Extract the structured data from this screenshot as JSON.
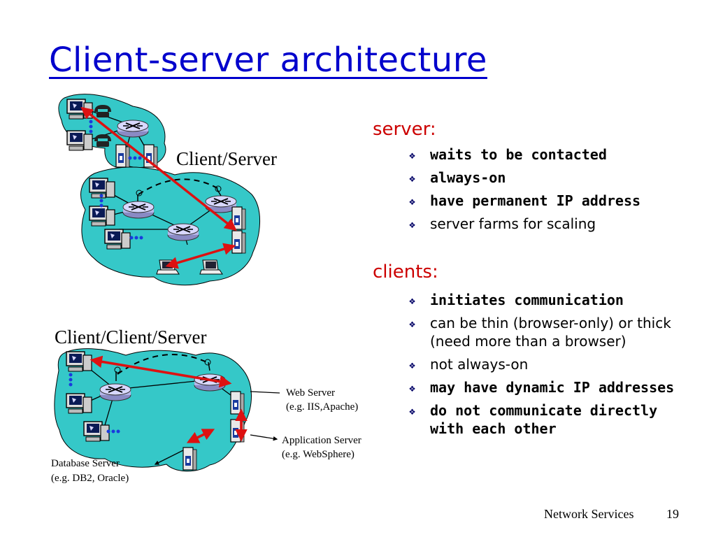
{
  "slide": {
    "title": "Client-server architecture",
    "footer_text": "Network Services",
    "page_number": "19"
  },
  "diagram_labels": {
    "client_server": "Client/Server",
    "client_client_server": "Client/Client/Server",
    "web_server": [
      "Web Server",
      "(e.g. IIS,Apache)"
    ],
    "application_server": [
      "Application Server",
      "(e.g. WebSphere)"
    ],
    "database_server": [
      "Database Server",
      "(e.g. DB2, Oracle)"
    ]
  },
  "server": {
    "heading": "server:",
    "bullets": [
      {
        "text": "waits to be contacted",
        "bold": true
      },
      {
        "text": "always-on",
        "bold": true
      },
      {
        "text": "have permanent IP address",
        "bold": true
      },
      {
        "text": "server farms for scaling",
        "bold": false
      }
    ]
  },
  "clients": {
    "heading": "clients:",
    "bullets": [
      {
        "text": "initiates communication",
        "bold": true
      },
      {
        "text": "can be thin (browser-only) or thick (need more than a browser)",
        "bold": false
      },
      {
        "text": "not always-on",
        "bold": false
      },
      {
        "text": "may have dynamic IP addresses",
        "bold": true
      },
      {
        "text": "do not communicate directly with each other",
        "bold": true
      }
    ]
  },
  "colors": {
    "title": "#0000cc",
    "heading": "#cc0000",
    "network_cloud": "#35c8c8",
    "connection_arrow": "#dd1111"
  }
}
